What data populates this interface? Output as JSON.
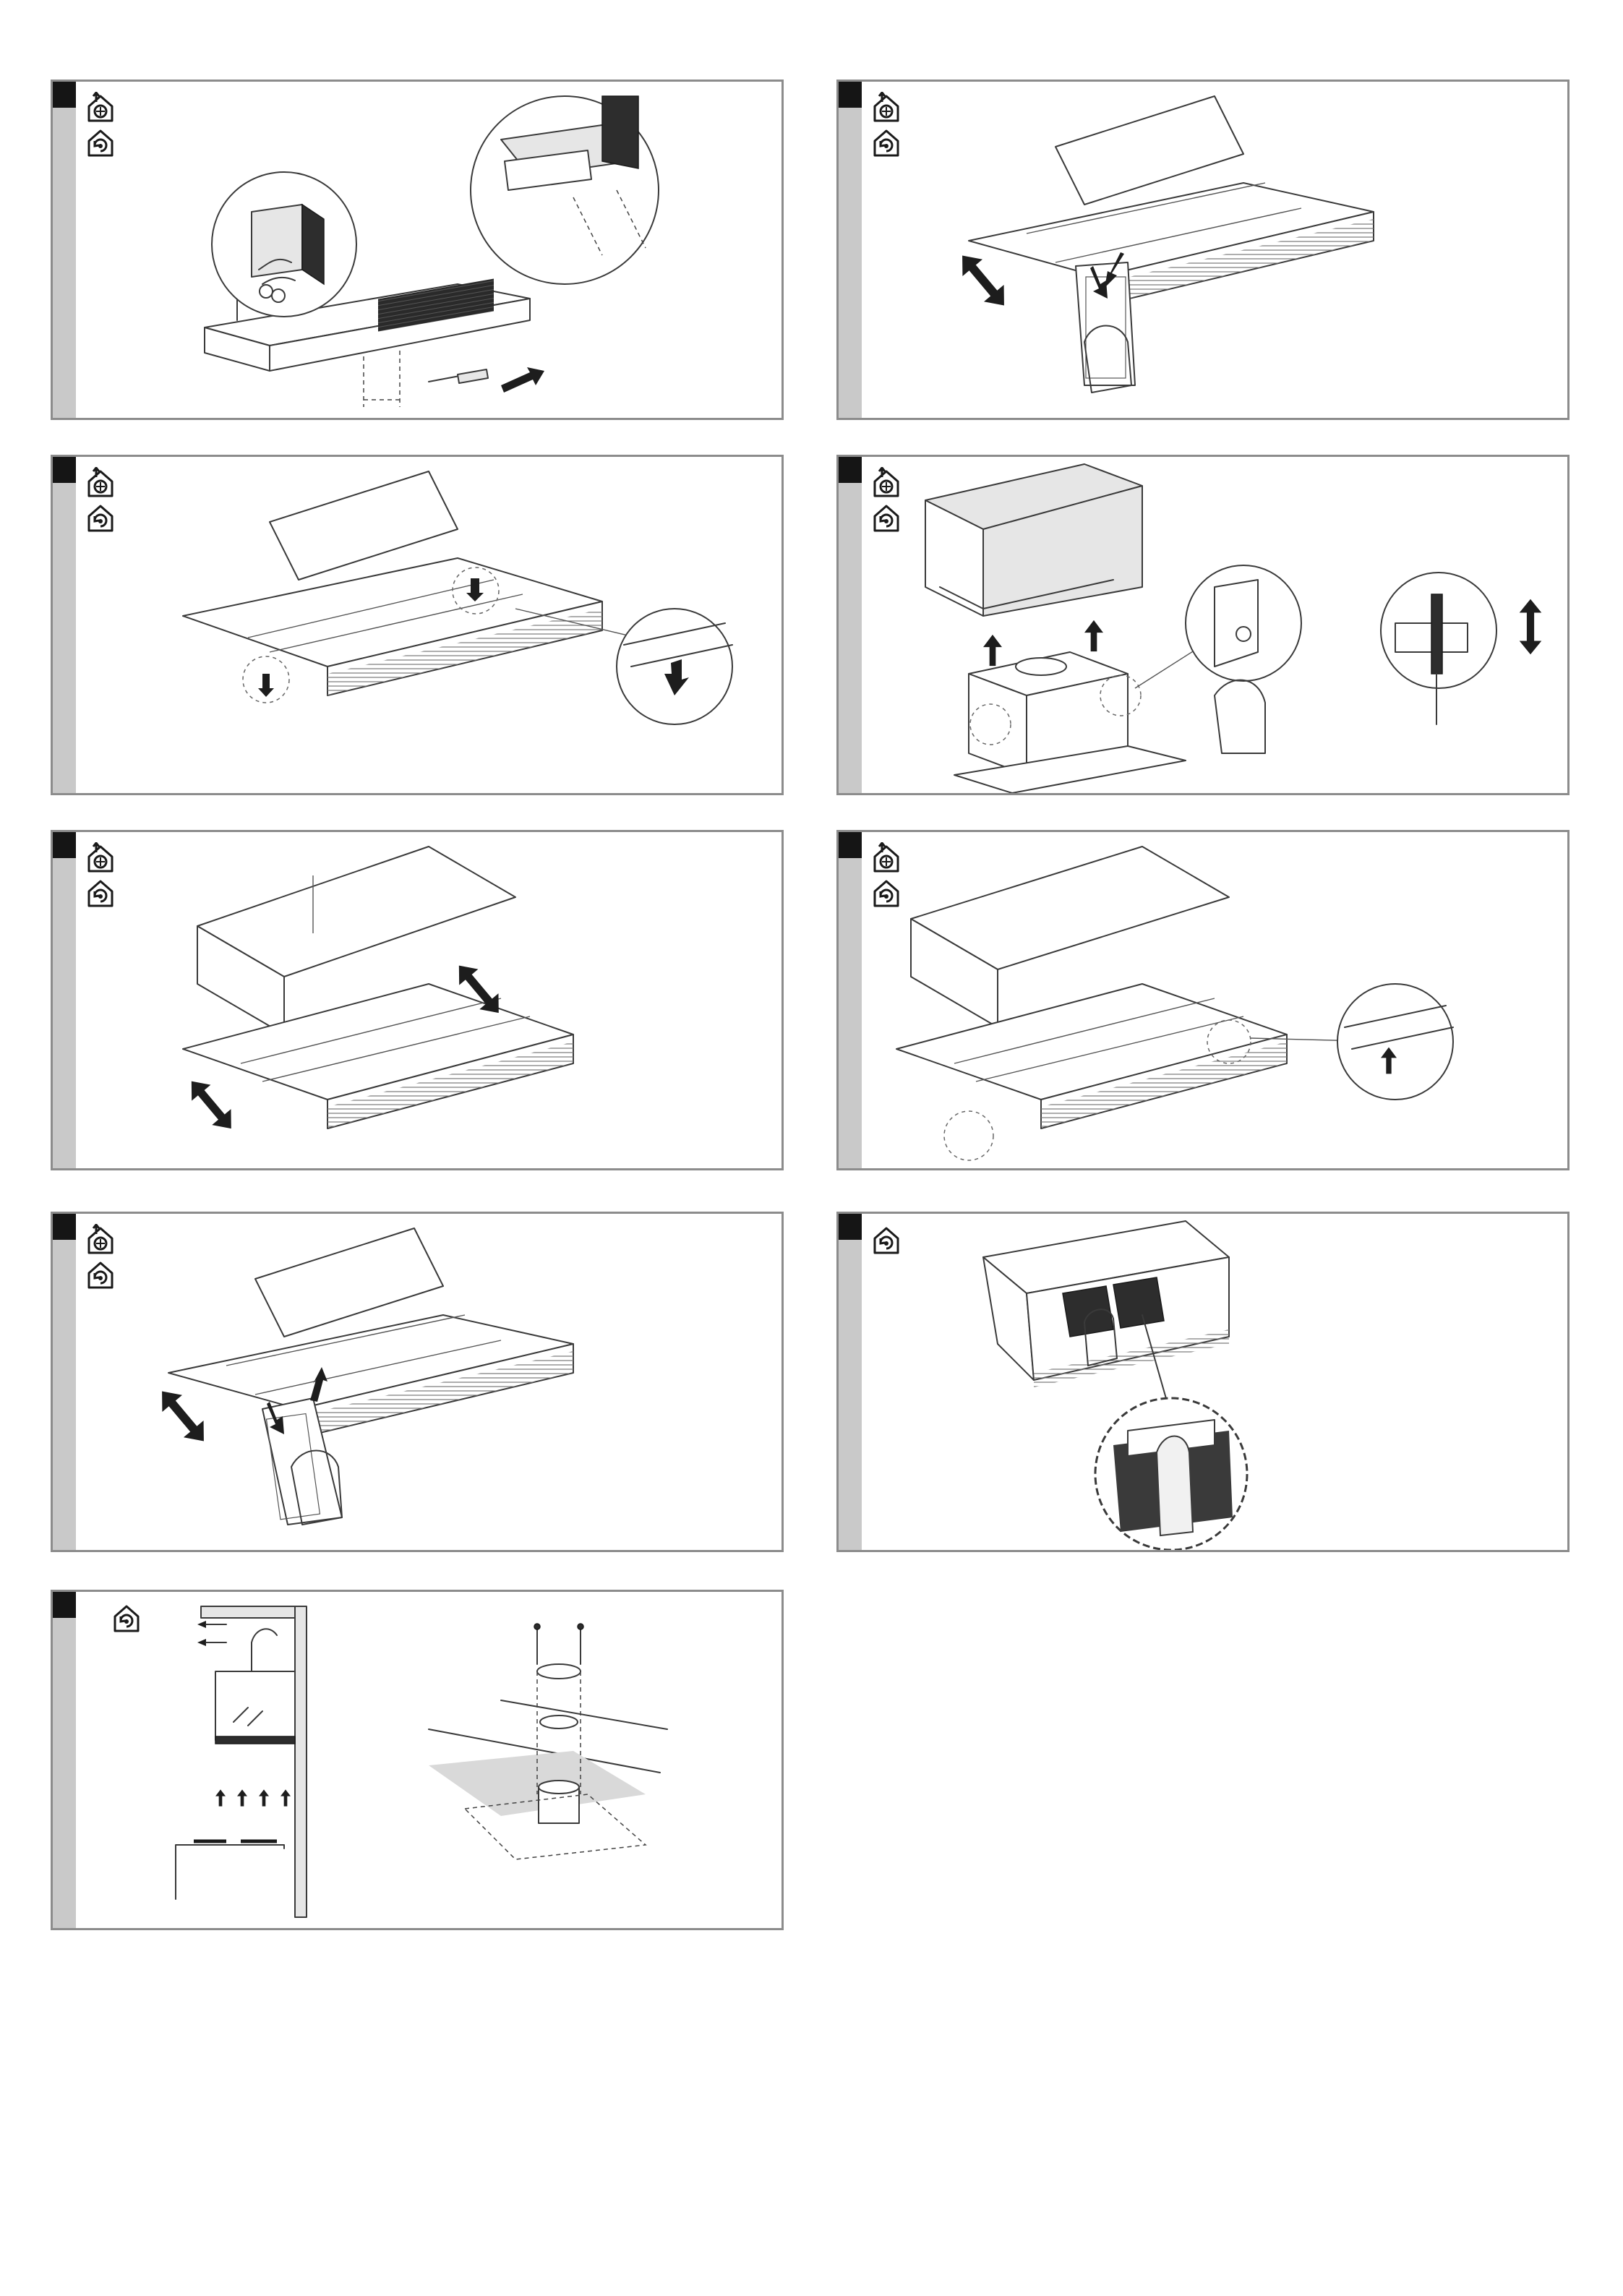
{
  "icons": {
    "ducted": "house-fan-extraction-icon",
    "recirculation": "house-recirculation-icon"
  },
  "panels": [
    {
      "id": "cut-chimney-and-fix-hood",
      "icons": [
        "ducted",
        "recirculation"
      ]
    },
    {
      "id": "attach-grease-filter",
      "icons": [
        "ducted",
        "recirculation"
      ]
    },
    {
      "id": "release-catch-screw",
      "icons": [
        "ducted",
        "recirculation"
      ]
    },
    {
      "id": "insert-hood-into-cabinet",
      "icons": [
        "ducted",
        "recirculation"
      ]
    },
    {
      "id": "slide-pull-out-front",
      "icons": [
        "ducted",
        "recirculation"
      ]
    },
    {
      "id": "fix-catch-screw",
      "icons": [
        "ducted",
        "recirculation"
      ]
    },
    {
      "id": "refit-grease-filter",
      "icons": [
        "ducted",
        "recirculation"
      ]
    },
    {
      "id": "carbon-filter-clip",
      "icons": [
        "recirculation"
      ]
    },
    {
      "id": "recirculation-airflow-and-duct",
      "icons": [
        "recirculation"
      ]
    }
  ]
}
